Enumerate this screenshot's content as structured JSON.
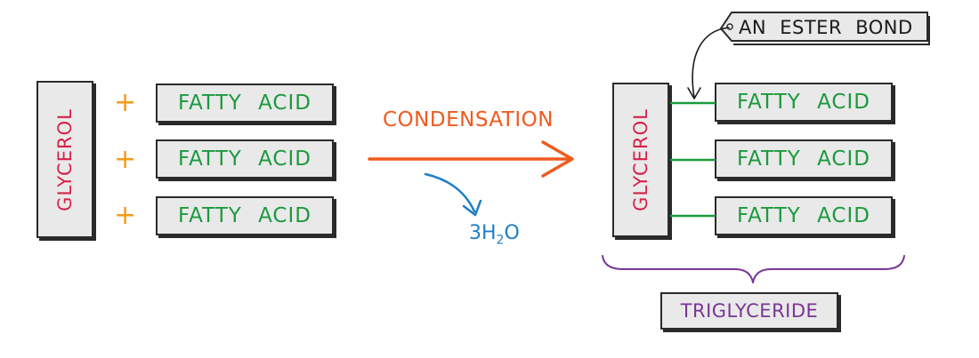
{
  "left": {
    "glycerol": "GLYCEROL",
    "plus": [
      "+",
      "+",
      "+"
    ],
    "fatty_acids": [
      "FATTY ACID",
      "FATTY ACID",
      "FATTY ACID"
    ]
  },
  "reaction": {
    "label": "CONDENSATION",
    "water_coefficient": "3H",
    "water_subscript": "2",
    "water_element": "O"
  },
  "right": {
    "glycerol": "GLYCEROL",
    "fatty_acids": [
      "FATTY ACID",
      "FATTY ACID",
      "FATTY ACID"
    ],
    "ester_bond_label": "AN ESTER BOND",
    "product_label": "TRIGLYCERIDE"
  },
  "colors": {
    "glycerol": "#d4224a",
    "fatty_acid": "#1b9a3e",
    "plus": "#f39a1b",
    "condensation": "#f05a1e",
    "water": "#1f7fc4",
    "triglyceride": "#7a3596"
  }
}
